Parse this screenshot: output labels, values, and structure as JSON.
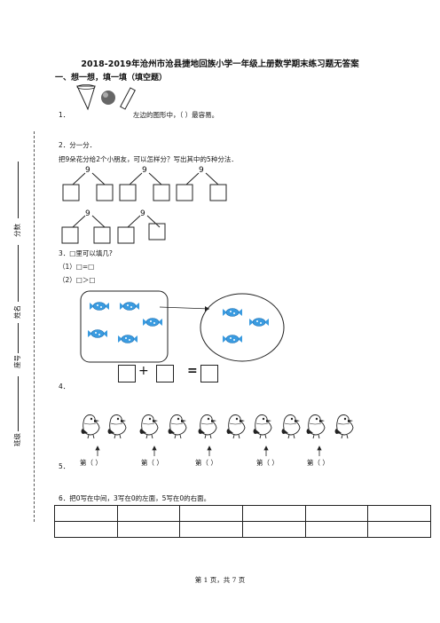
{
  "title": "2018-2019年沧州市沧县捷地回族小学一年级上册数学期末练习题无答案",
  "section1": "一、想一想，填一填（填空题）",
  "q1": {
    "num": "1．",
    "text": "左边的图形中，（      ）最容易。"
  },
  "q2": {
    "num": "2．分一分．",
    "text": "把9朵花分给2个小朋友，可以怎样分？写出其中的5种分法．",
    "nines": [
      "9",
      "9",
      "9",
      "9",
      "9"
    ]
  },
  "q3": {
    "num": "3．□里可以填几?",
    "line1": "（1）□=□",
    "line2": "（2）□＞□"
  },
  "q4": {
    "num": "4．",
    "plus": "+",
    "equals": "="
  },
  "q5": {
    "num": "5．",
    "ordinals": [
      "第（   ）",
      "第（   ）",
      "第（   ）",
      "第（   ）",
      "第（   ）"
    ]
  },
  "q6": {
    "text": "6．把0写在中间，3写在0的左面，5写在0的右面。",
    "rows": 2,
    "cols": 6
  },
  "sidebar": {
    "score": "分数",
    "name": "姓名",
    "id": "座号",
    "class": "班级"
  },
  "footer": "第 1 页，共 7 页",
  "colors": {
    "candy": "#3a9be0",
    "ink": "#111111"
  }
}
